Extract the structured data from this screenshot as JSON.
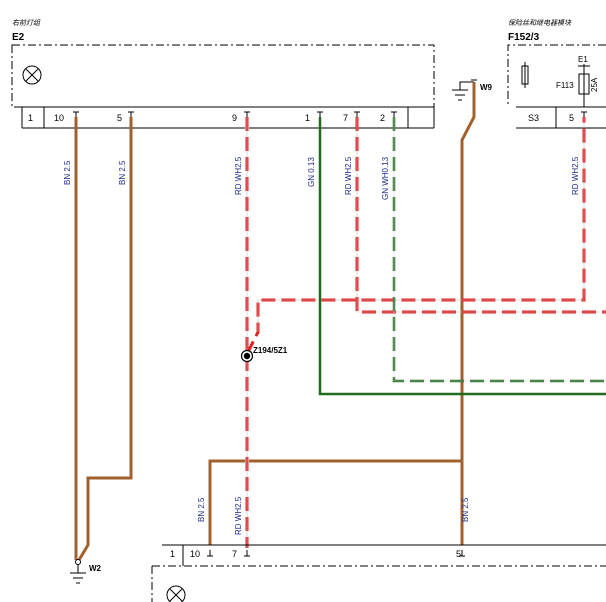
{
  "components": {
    "e2": {
      "caption": "右前灯组",
      "id": "E2"
    },
    "f152": {
      "caption": "保险丝和继电器模块",
      "id": "F152/3",
      "fuse_label": "F113",
      "fuse_top": "E1",
      "fuse_rating": "25A"
    },
    "bottom": {
      "pin1": "1"
    }
  },
  "pins": {
    "e2_1": "1",
    "e2_10": "10",
    "e2_5": "5",
    "e2_9": "9",
    "e2_1b": "1",
    "e2_7": "7",
    "e2_2": "2",
    "f_s3": "S3",
    "f_5": "5",
    "b_1": "1",
    "b_10": "10",
    "b_7": "7",
    "b_5": "5"
  },
  "wires": {
    "bn1": "BN  2.5",
    "bn2": "BN  2.5",
    "rdwh1": "RD WH2.5",
    "gn": "GN  0.13",
    "rdwh2": "RD WH2.5",
    "gnwh": "GN WH0.13",
    "rdwh3": "RD WH2.5",
    "bn3": "BN  2.5",
    "rdwh4": "RD WH2.5",
    "bn4": "BN  2.5"
  },
  "nodes": {
    "splice": "Z194/5Z1",
    "ground_w9": "W9",
    "ground_w2": "W2"
  },
  "colors": {
    "brown": "#a0612e",
    "red": "#e32222",
    "green": "#1e6b1e",
    "wire_label": "#1f2a8a"
  }
}
